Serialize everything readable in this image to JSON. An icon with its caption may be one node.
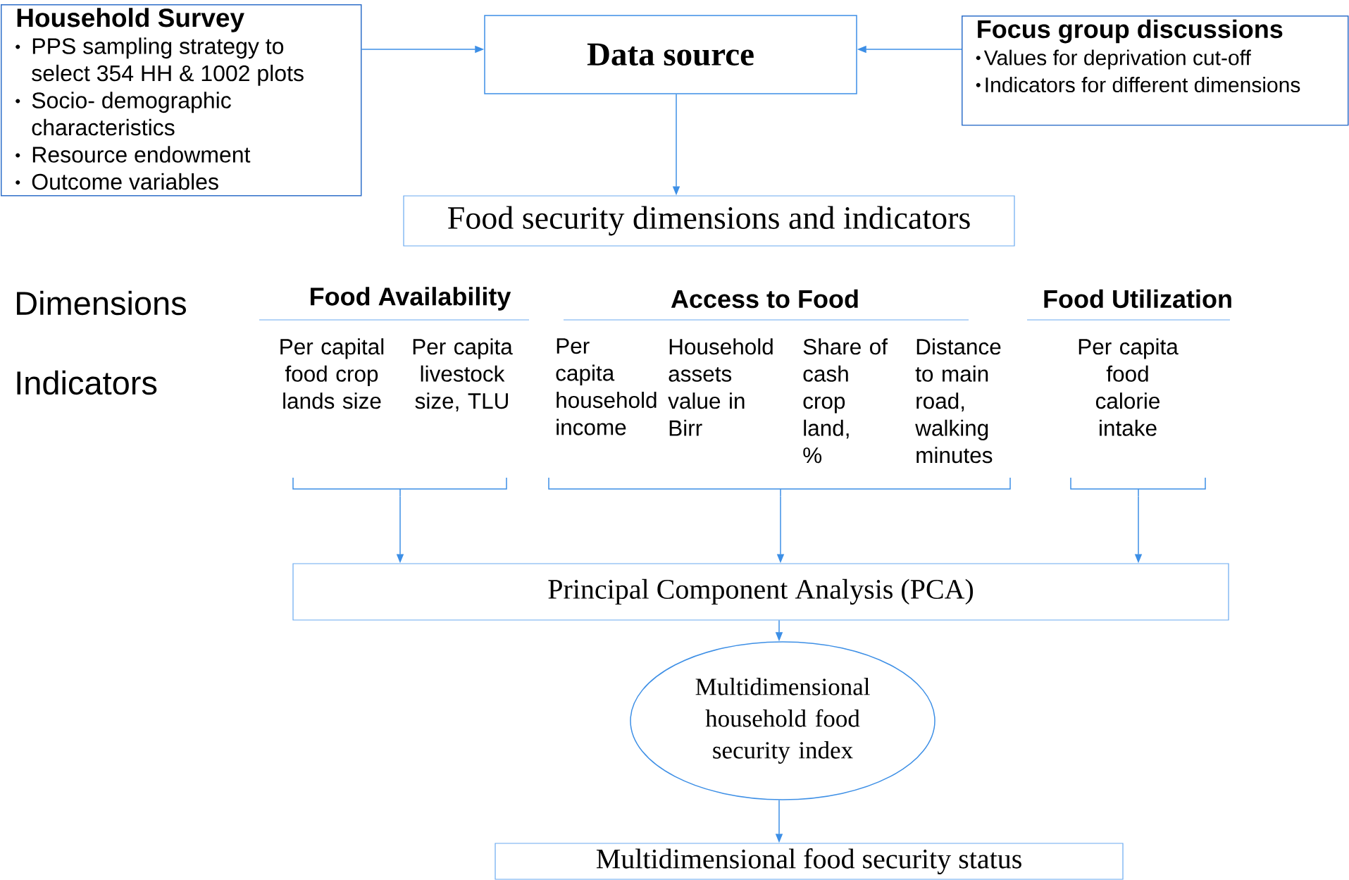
{
  "diagram": {
    "nodes": [
      {
        "text": [
          "Household Survey",
          "PPS sampling strategy to select 354 HH & 1002 plots",
          "Socio- demographic characteristics",
          "Resource endowment",
          "Outcome variables"
        ]
      },
      {
        "text": [
          "Data source"
        ]
      },
      {
        "text": [
          "Focus group discussions",
          "Values for deprivation cut-off",
          "Indicators for different dimensions"
        ]
      },
      {
        "text": [
          "Food security dimensions and indicators"
        ]
      },
      {
        "text": [],
        "shape": "bracket"
      },
      {
        "text": [],
        "shape": "bracket"
      },
      {
        "text": [],
        "shape": "bracket"
      },
      {
        "text": [
          "Principal Component Analysis (PCA)"
        ]
      },
      {
        "text": [
          "Multidimensional household food security index"
        ]
      },
      {
        "text": [
          "Multidimensional food security status"
        ]
      }
    ],
    "edges": [
      {
        "from": 0,
        "to": 1,
        "arrow": "to"
      },
      {
        "from": 2,
        "to": 1,
        "arrow": "to"
      },
      {
        "from": 1,
        "to": 3,
        "arrow": "to"
      },
      {
        "from": 4,
        "to": 7,
        "arrow": "to"
      },
      {
        "from": 5,
        "to": 7,
        "arrow": "to"
      },
      {
        "from": 6,
        "to": 7,
        "arrow": "to"
      },
      {
        "from": 7,
        "to": 8,
        "arrow": "to"
      },
      {
        "from": 8,
        "to": 9,
        "arrow": "to"
      }
    ],
    "labels": [
      "Dimensions",
      "Food Availability",
      "Access to Food",
      "Food Utilization",
      "Indicators",
      "Per capital food crop lands size",
      "Per capita livestock size, TLU",
      "Per capita household income",
      "Household assets value in Birr",
      "Share of cash crop land, %",
      "Distance to main road, walking minutes",
      "Per capita food calorie intake"
    ]
  }
}
